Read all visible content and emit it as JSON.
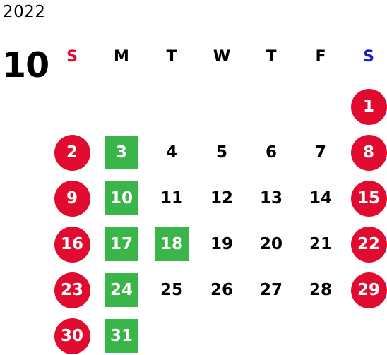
{
  "calendar": {
    "year": "2022",
    "month": "10",
    "weekdays": [
      {
        "label": "S",
        "color": "#e00b2f"
      },
      {
        "label": "M",
        "color": "#000000"
      },
      {
        "label": "T",
        "color": "#000000"
      },
      {
        "label": "W",
        "color": "#000000"
      },
      {
        "label": "T",
        "color": "#000000"
      },
      {
        "label": "F",
        "color": "#000000"
      },
      {
        "label": "S",
        "color": "#1a1ad0"
      }
    ],
    "colors": {
      "holiday_circle": "#e00b2f",
      "business_closed_square": "#3ab54a",
      "text": "#000000"
    },
    "weeks": [
      [
        null,
        null,
        null,
        null,
        null,
        null,
        {
          "day": "1",
          "style": "circle"
        }
      ],
      [
        {
          "day": "2",
          "style": "circle"
        },
        {
          "day": "3",
          "style": "square"
        },
        {
          "day": "4",
          "style": "plain"
        },
        {
          "day": "5",
          "style": "plain"
        },
        {
          "day": "6",
          "style": "plain"
        },
        {
          "day": "7",
          "style": "plain"
        },
        {
          "day": "8",
          "style": "circle"
        }
      ],
      [
        {
          "day": "9",
          "style": "circle"
        },
        {
          "day": "10",
          "style": "square"
        },
        {
          "day": "11",
          "style": "plain"
        },
        {
          "day": "12",
          "style": "plain"
        },
        {
          "day": "13",
          "style": "plain"
        },
        {
          "day": "14",
          "style": "plain"
        },
        {
          "day": "15",
          "style": "circle"
        }
      ],
      [
        {
          "day": "16",
          "style": "circle"
        },
        {
          "day": "17",
          "style": "square"
        },
        {
          "day": "18",
          "style": "square"
        },
        {
          "day": "19",
          "style": "plain"
        },
        {
          "day": "20",
          "style": "plain"
        },
        {
          "day": "21",
          "style": "plain"
        },
        {
          "day": "22",
          "style": "circle"
        }
      ],
      [
        {
          "day": "23",
          "style": "circle"
        },
        {
          "day": "24",
          "style": "square"
        },
        {
          "day": "25",
          "style": "plain"
        },
        {
          "day": "26",
          "style": "plain"
        },
        {
          "day": "27",
          "style": "plain"
        },
        {
          "day": "28",
          "style": "plain"
        },
        {
          "day": "29",
          "style": "circle"
        }
      ],
      [
        {
          "day": "30",
          "style": "circle"
        },
        {
          "day": "31",
          "style": "square"
        },
        null,
        null,
        null,
        null,
        null
      ]
    ]
  }
}
